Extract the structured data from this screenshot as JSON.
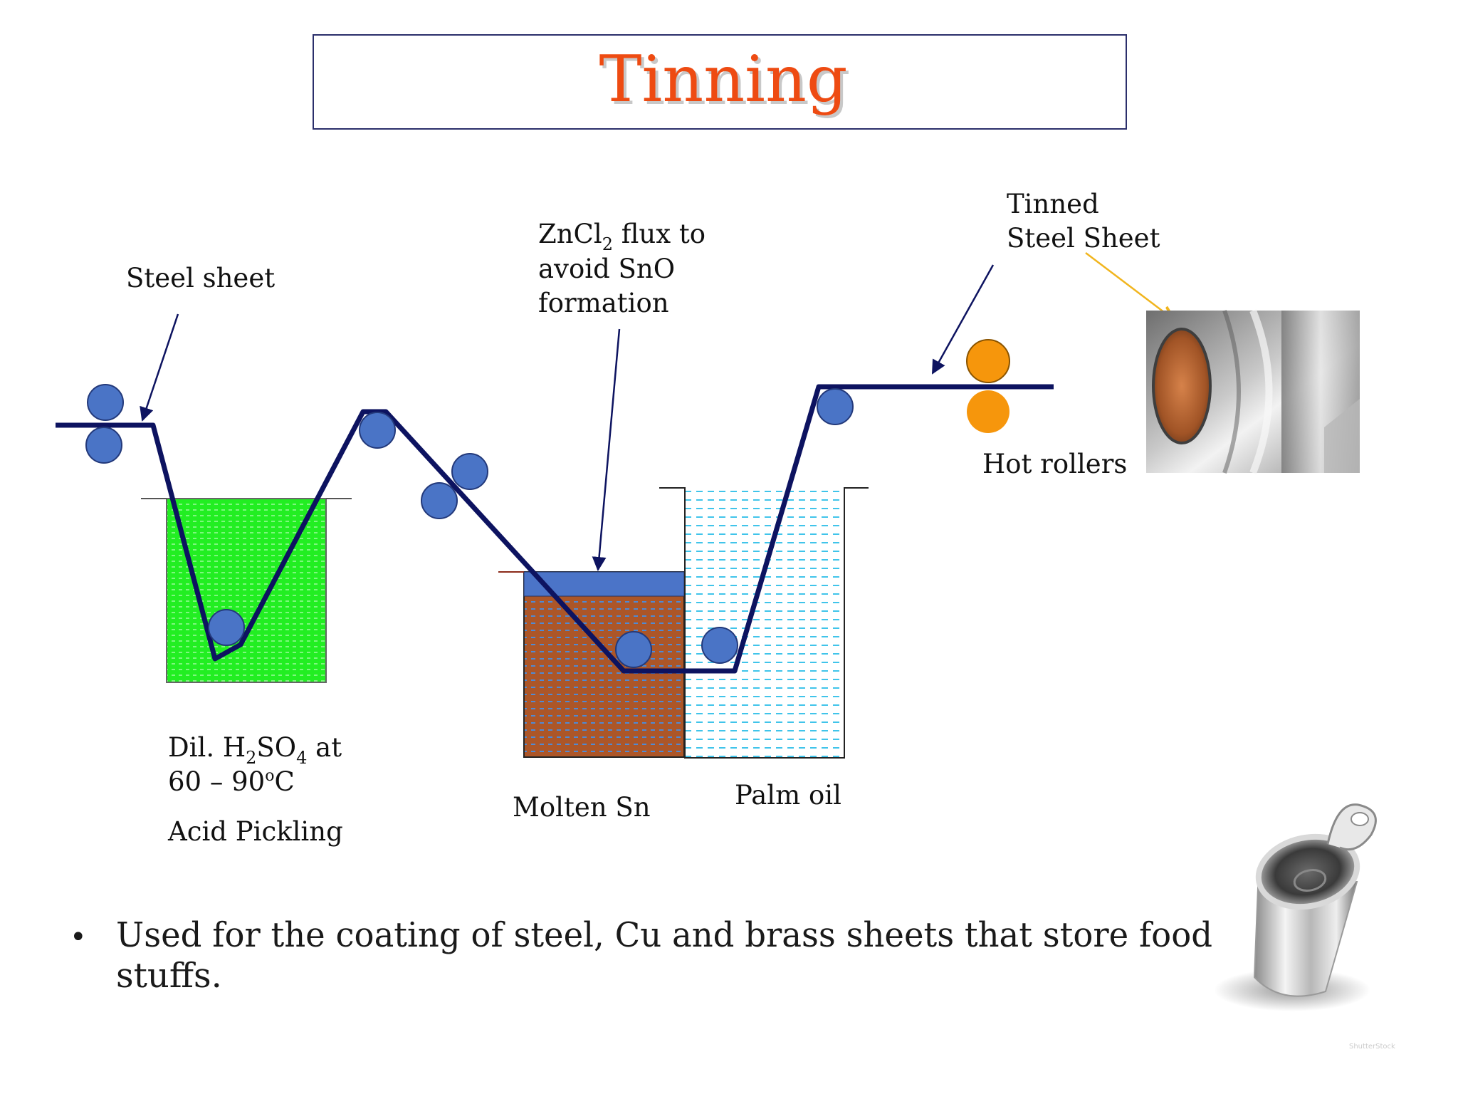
{
  "title": "Tinning",
  "labels": {
    "steel_sheet": "Steel sheet",
    "flux_part1": "ZnCl",
    "flux_sub": "2",
    "flux_part2": " flux to",
    "flux_line2": "avoid SnO",
    "flux_line3": "formation",
    "tinned_line1": "Tinned",
    "tinned_line2": "Steel Sheet",
    "hot_rollers": "Hot rollers",
    "acid_part1": "Dil. H",
    "acid_sub1": "2",
    "acid_part2": "SO",
    "acid_sub2": "4",
    "acid_part3": " at",
    "temp_part1": "60 – 90",
    "temp_sup": "o",
    "temp_part2": "C",
    "acid_pickling": "Acid Pickling",
    "molten_sn": "Molten Sn",
    "palm_oil": "Palm oil"
  },
  "bullet": {
    "symbol": "•",
    "line1": "Used for the coating of steel, Cu and brass sheets that store food",
    "line2": "stuffs."
  },
  "colors": {
    "title": "#ee4b12",
    "sheet_line": "#0d1360",
    "roller_blue": "#4a74c6",
    "roller_orange": "#f6960c",
    "acid_bath": "#22ee22",
    "tin_bath": "#ac5628",
    "flux_layer": "#4b74c8",
    "oil_dash": "#40c4ea",
    "pointer_arrow": "#0d1360",
    "image_arrow": "#f1b51e"
  }
}
